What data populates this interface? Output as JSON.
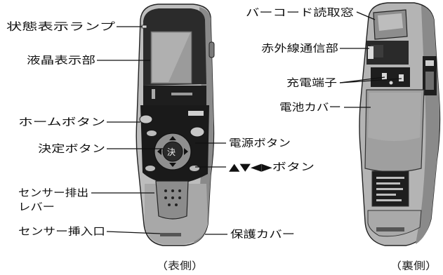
{
  "front": {
    "caption": "（表側）",
    "labels": {
      "status_lamp": "状態表示ランプ",
      "lcd": "液晶表示部",
      "home_button": "ホームボタン",
      "enter_button": "決定ボタン",
      "power_button": "電源ボタン",
      "arrow_buttons": "▲▼◀▶ボタン",
      "eject_lever_line1": "センサー排出",
      "eject_lever_line2": "レバー",
      "sensor_slot": "センサー挿入口",
      "protective_cover": "保護カバー"
    }
  },
  "back": {
    "caption": "（裏側）",
    "labels": {
      "barcode_window": "バーコード読取窓",
      "ir_port": "赤外線通信部",
      "charging_terminals": "充電端子",
      "battery_cover": "電池カバー"
    }
  }
}
